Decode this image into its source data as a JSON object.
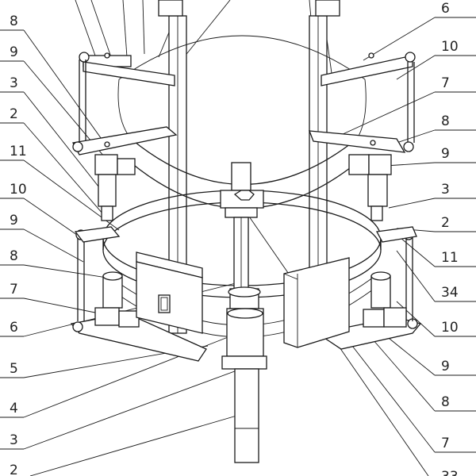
{
  "callouts_left": [
    "8",
    "9",
    "3",
    "2",
    "11",
    "10",
    "9",
    "8",
    "7",
    "6",
    "5",
    "4",
    "3",
    "2"
  ],
  "callouts_right": [
    "6",
    "10",
    "7",
    "8",
    "9",
    "3",
    "2",
    "11",
    "34",
    "10",
    "9",
    "8",
    "7",
    "33"
  ]
}
